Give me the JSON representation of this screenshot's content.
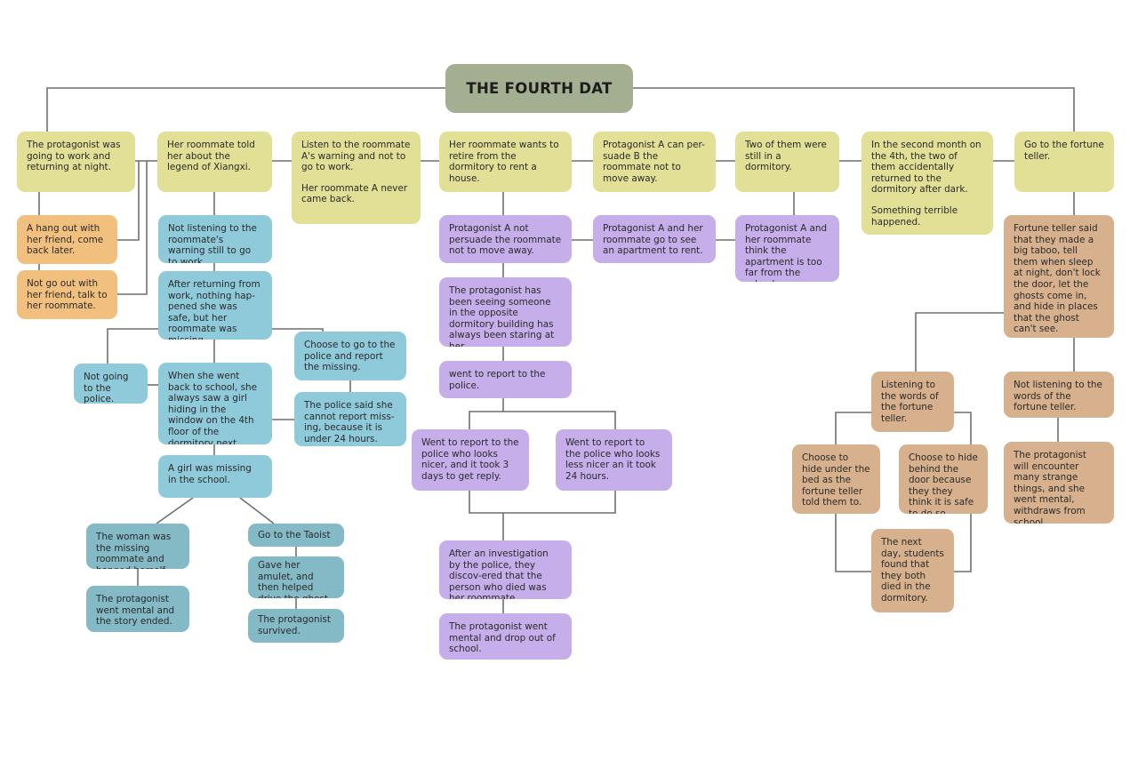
{
  "title": "THE FOURTH DAT",
  "colors": {
    "title": "#a4ae91",
    "top_level": "#e2e096",
    "orange_branch": "#f2c07e",
    "light_blue_branch": "#8fcadb",
    "teal_branch": "#84b9c6",
    "purple_branch": "#c5aeea",
    "brown_branch": "#d7b18d",
    "connector": "#6f6f6f"
  },
  "nodes": {
    "top1": "The protagonist was going to work and returning at night.",
    "top2": "Her roommate told her about the legend of Xiangxi.",
    "top3a": "Listen to the roommate A's warning and not to go to work.",
    "top3b": "Her roommate A never came back.",
    "top4": "Her roommate wants to retire from the dormitory to rent a house.",
    "top5": "Protagonist A can per-suade B the roommate not to move away.",
    "top6": "Two of them were still in a dormitory.",
    "top7a": "In the second month on the 4th, the two of them accidentally returned to the dormitory after dark.",
    "top7b": "Something terrible happened.",
    "top8": "Go to the fortune teller.",
    "o1": "A hang out with her friend, come back later.",
    "o2": "Not go out with her friend, talk to her roommate.",
    "b1": "Not listening to the roommate's warning still to go to work.",
    "b2": "After returning from work, nothing hap-pened she was safe, but her roommate was missing",
    "b3": "Not going to the police.",
    "b4": "When she went back to school, she always saw a girl hiding in the window on the 4th floor of the dormitory next door.",
    "b5": "Choose to go to the police and report the missing.",
    "b6": "The police said she cannot report miss-ing, because it is under 24 hours.",
    "b7": "A girl was missing in the school.",
    "t1": "The woman was the missing roommate and hanged herself.",
    "t2": "The protagonist went mental and the story ended.",
    "t3": "Go to the Taoist",
    "t4": "Gave her amulet, and then helped drive the ghost.",
    "t5": "The protagonist survived.",
    "p1": "Protagonist A not persuade the roommate not to move away.",
    "p2": "The protagonist has been seeing someone in the opposite dormitory building has always been staring at her.",
    "p3": "went to report to the police.",
    "p4": "Went to report to the police who looks nicer, and it took 3 days to get reply.",
    "p5": "Went to report to the police who looks less nicer an it took 24 hours.",
    "p6": "After an investigation by the police, they discov-ered that the person who died was her roommate.",
    "p7": "The protagonist went mental and drop out of school.",
    "p8": "Protagonist A and her roommate go to see an apartment to rent.",
    "p9": "Protagonist A and her roommate think the apartment is too far from the school.",
    "k1": "Fortune teller said that they made a big taboo, tell them when sleep at night, don't lock the door, let the ghosts come in, and hide in places that the ghost can't see.",
    "k2": "Listening to the words of the fortune teller.",
    "k3": "Not listening to the words of the fortune teller.",
    "k4": "Choose to hide under the bed as the fortune teller told them to.",
    "k5": "Choose to hide behind the door because they they think it is safe to do so.",
    "k6": "The next day, students found that they both died in the dormitory.",
    "k7": "The protagonist will encounter many strange things, and she went mental, withdraws from school."
  }
}
